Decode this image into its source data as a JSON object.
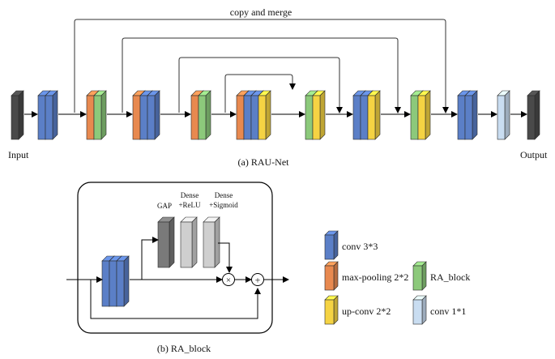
{
  "diagram": {
    "top": {
      "input_label": "Input",
      "output_label": "Output",
      "copy_label": "copy and merge",
      "caption": "(a) RAU-Net"
    },
    "block": {
      "caption": "(b) RA_block",
      "gap_label": "GAP",
      "dense_relu": [
        "Dense",
        "+ReLU"
      ],
      "dense_sigmoid": [
        "Dense",
        "+Sigmoid"
      ],
      "multiply_symbol": "×",
      "add_symbol": "+"
    },
    "legend": [
      {
        "key": "conv",
        "label": "conv 3*3",
        "color": "#5B7FC7"
      },
      {
        "key": "maxpool",
        "label": "max-pooling 2*2",
        "color": "#E8894F"
      },
      {
        "key": "rablock",
        "label": "RA_block",
        "color": "#8CC97B"
      },
      {
        "key": "upconv",
        "label": "up-conv 2*2",
        "color": "#F5D343"
      },
      {
        "key": "conv1",
        "label": "conv 1*1",
        "color": "#C9DDF1"
      }
    ],
    "colors": {
      "conv": "#5B7FC7",
      "maxpool": "#E8894F",
      "rablock": "#8CC97B",
      "upconv": "#F5D343",
      "conv1": "#C9DDF1",
      "io": "#4A4A4A",
      "gap": "#7A7A7A",
      "dense": "#CFCFCF"
    }
  }
}
